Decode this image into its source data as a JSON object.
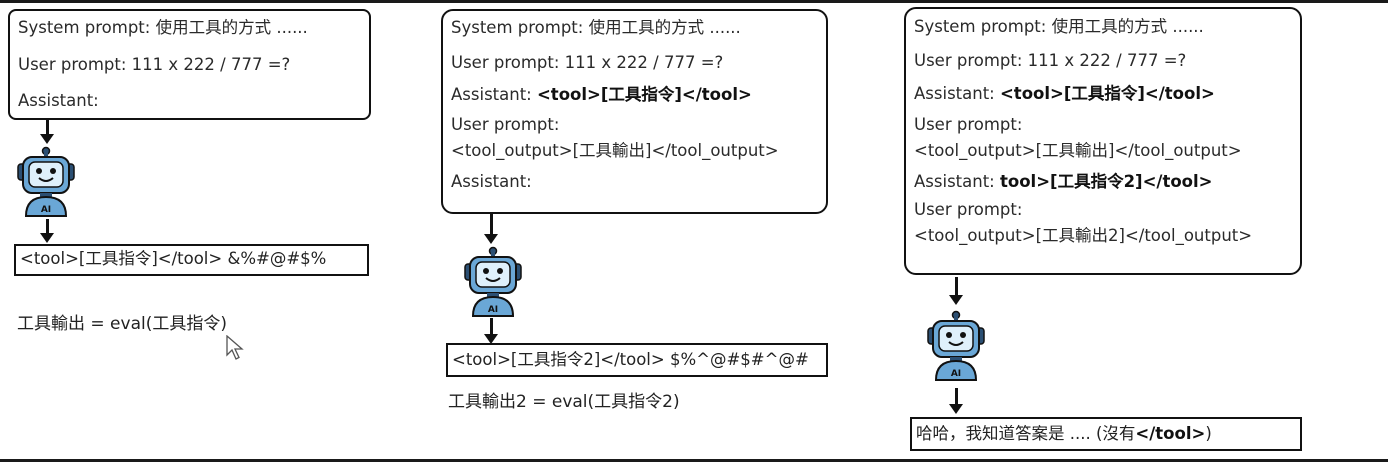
{
  "panel1": {
    "lines": [
      {
        "plain": "System prompt: 使用工具的方式 ......",
        "bold": ""
      },
      {
        "plain": "User prompt: 111 x 222 / 777 =?",
        "bold": ""
      },
      {
        "plain": "Assistant:",
        "bold": ""
      }
    ],
    "output": "<tool>[工具指令]</tool> &%#@#$%",
    "formula": "工具輸出 = eval(工具指令)"
  },
  "panel2": {
    "lines": [
      {
        "plain": "System prompt: 使用工具的方式 ......",
        "bold": ""
      },
      {
        "plain": "User prompt: 111 x 222 / 777 =?",
        "bold": ""
      },
      {
        "plain": "Assistant: ",
        "bold": "<tool>[工具指令]</tool>"
      },
      {
        "plain": "User prompt:",
        "bold": ""
      },
      {
        "plain": "<tool_output>[工具輸出]</tool_output>",
        "bold": ""
      },
      {
        "plain": "Assistant:",
        "bold": ""
      }
    ],
    "output": "<tool>[工具指令2]</tool> $%^@#$#^@#",
    "formula": "工具輸出2 = eval(工具指令2)"
  },
  "panel3": {
    "lines": [
      {
        "plain": "System prompt: 使用工具的方式 ......",
        "bold": ""
      },
      {
        "plain": "User prompt: 111 x 222 / 777 =?",
        "bold": ""
      },
      {
        "plain": "Assistant: ",
        "bold": "<tool>[工具指令]</tool>"
      },
      {
        "plain": "User prompt:",
        "bold": ""
      },
      {
        "plain": "<tool_output>[工具輸出]</tool_output>",
        "bold": ""
      },
      {
        "plain": "Assistant: ",
        "bold": "tool>[工具指令2]</tool>"
      },
      {
        "plain": "User prompt:",
        "bold": ""
      },
      {
        "plain": "<tool_output>[工具輸出2]</tool_output>",
        "bold": ""
      }
    ],
    "output_plain": "哈哈，我知道答案是 .... (沒有",
    "output_bold": "</tool>",
    "output_tail": ")"
  },
  "robot_label": "AI",
  "icons": {
    "robot": "robot-ai-icon",
    "cursor": "mouse-pointer-icon",
    "arrow": "down-arrow-icon"
  }
}
